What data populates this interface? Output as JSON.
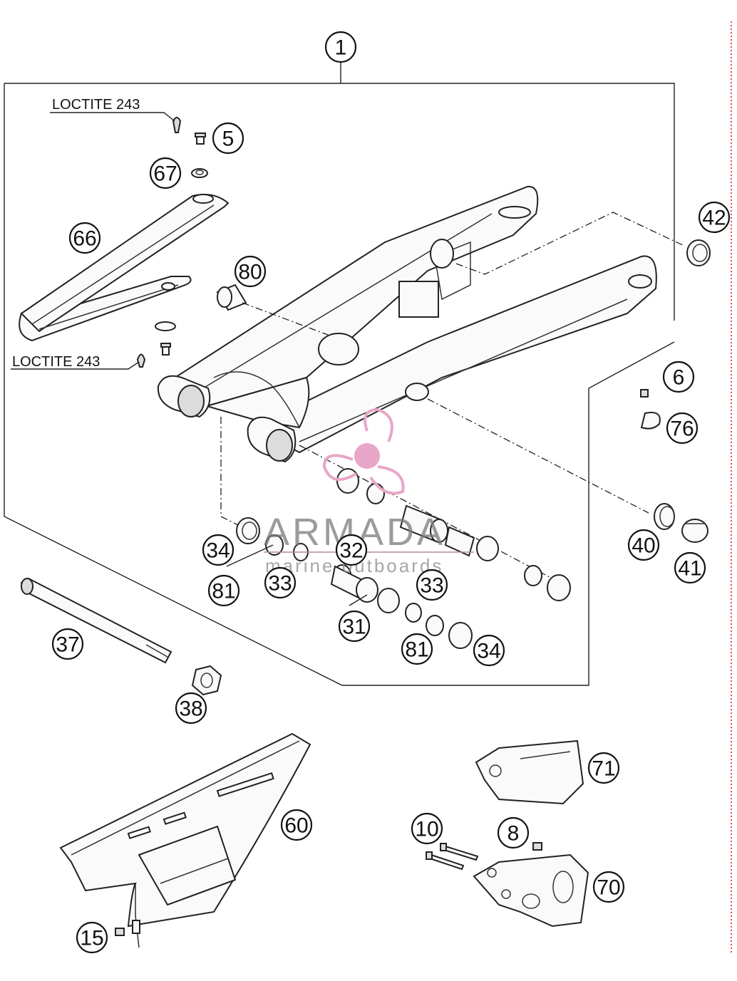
{
  "notes": {
    "loctite_top": "LOCTITE 243",
    "loctite_bottom": "LOCTITE 243"
  },
  "watermark": {
    "title": "ARMADA",
    "subtitle": "marine outboards",
    "logo_color": "#e8a6c8"
  },
  "callouts": {
    "c1": "1",
    "c5": "5",
    "c67": "67",
    "c66": "66",
    "c80": "80",
    "c42": "42",
    "c6": "6",
    "c76": "76",
    "c40": "40",
    "c41": "41",
    "c34a": "34",
    "c81a": "81",
    "c33a": "33",
    "c32": "32",
    "c33b": "33",
    "c31": "31",
    "c81b": "81",
    "c34b": "34",
    "c37": "37",
    "c38": "38",
    "c60": "60",
    "c15": "15",
    "c71": "71",
    "c10": "10",
    "c8": "8",
    "c70": "70"
  },
  "colors": {
    "line": "#222222",
    "edge_mark": "#e05050"
  }
}
